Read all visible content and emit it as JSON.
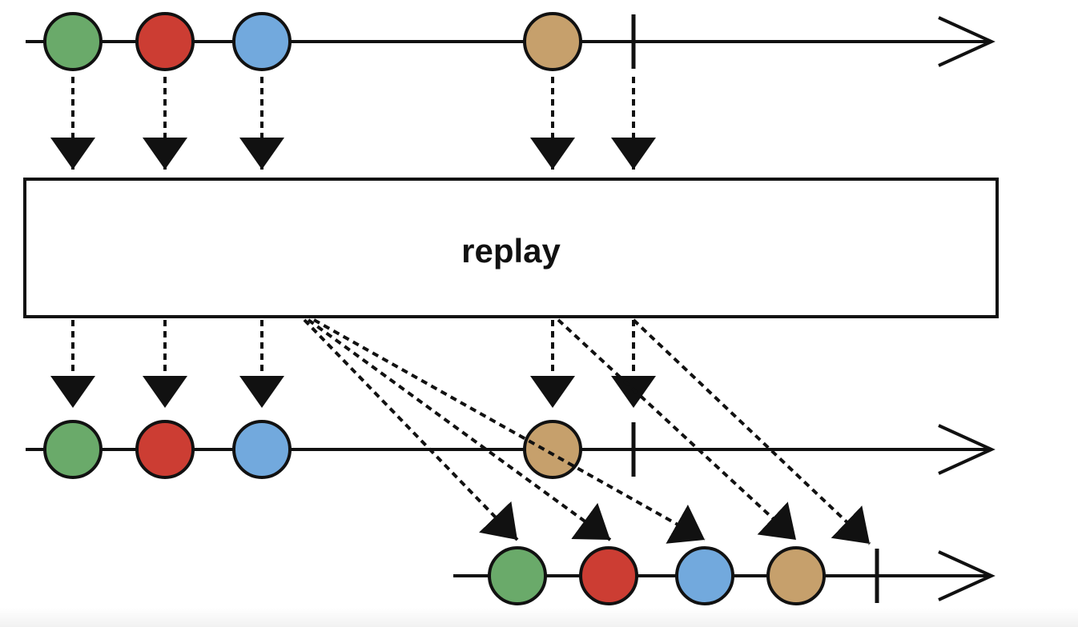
{
  "operator": {
    "label": "replay"
  },
  "colors": {
    "green": "#6aaa6a",
    "red": "#cc3d33",
    "blue": "#72a9dd",
    "tan": "#c6a06c",
    "stroke": "#111111",
    "background": "#ffffff"
  },
  "icons": {
    "marble": "circle",
    "completion": "vertical-bar",
    "timeline_end": "open-arrowhead",
    "flow": "dashed-arrow"
  },
  "streams": {
    "source": {
      "events": [
        "green",
        "red",
        "blue",
        "tan"
      ],
      "completes": true
    },
    "first_subscriber": {
      "events": [
        "green",
        "red",
        "blue",
        "tan"
      ],
      "completes": true
    },
    "late_subscriber": {
      "events": [
        "green",
        "red",
        "blue",
        "tan"
      ],
      "completes": true
    }
  }
}
